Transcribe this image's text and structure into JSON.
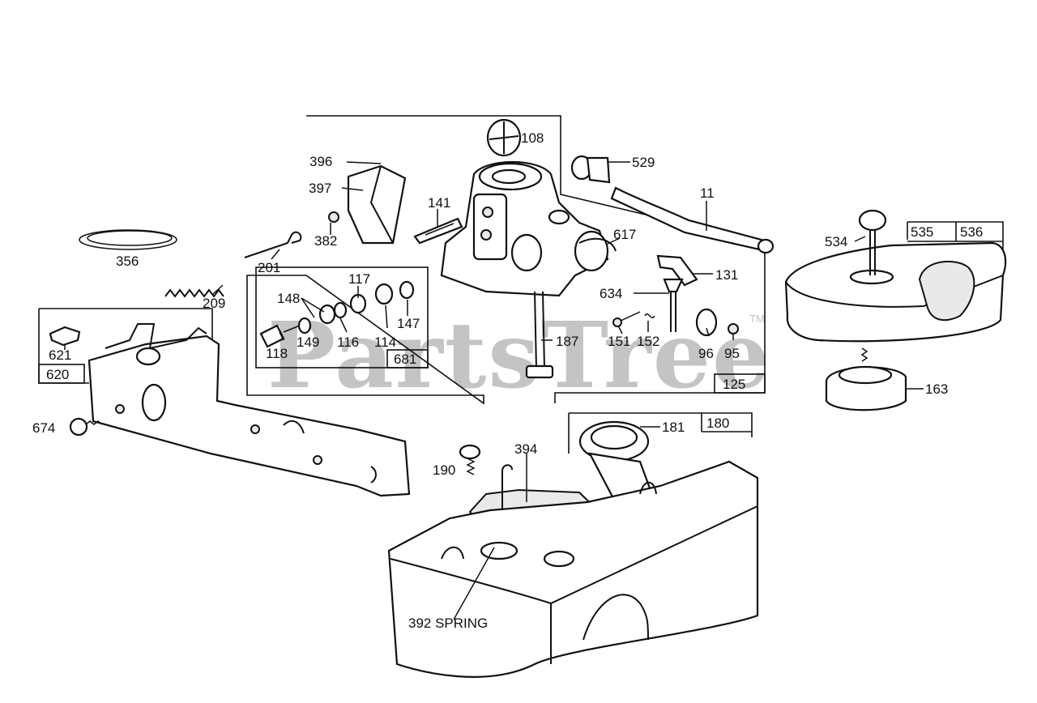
{
  "watermark": {
    "text": "PartsTree",
    "tm": "TM"
  },
  "callouts": {
    "c108": "108",
    "c396": "396",
    "c397": "397",
    "c382": "382",
    "c141": "141",
    "c529": "529",
    "c11": "11",
    "c617": "617",
    "c131": "131",
    "c634": "634",
    "c356": "356",
    "c201": "201",
    "c209": "209",
    "c117": "117",
    "c148": "148",
    "c147": "147",
    "c114": "114",
    "c116": "116",
    "c149": "149",
    "c118": "118",
    "c681": "681",
    "c187": "187",
    "c151": "151",
    "c152": "152",
    "c96": "96",
    "c95": "95",
    "c125": "125",
    "c621": "621",
    "c620": "620",
    "c674": "674",
    "c534": "534",
    "c535": "535",
    "c536": "536",
    "c163": "163",
    "c181": "181",
    "c180": "180",
    "c394": "394",
    "c190": "190",
    "c392": "392 SPRING"
  }
}
